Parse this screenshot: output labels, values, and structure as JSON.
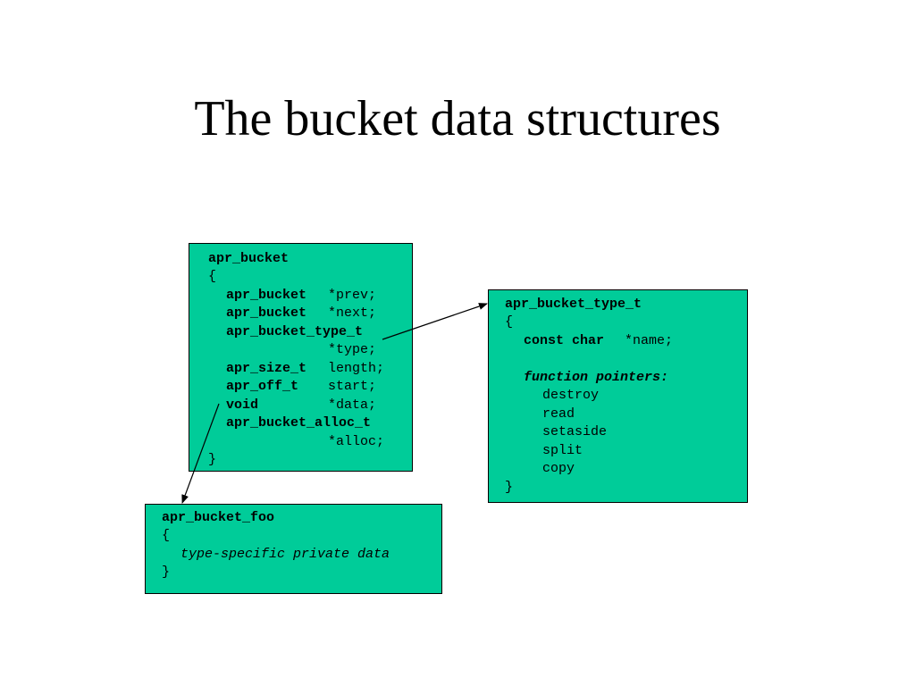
{
  "slide": {
    "title": "The bucket data structures"
  },
  "bucket_box": {
    "name": "apr_bucket",
    "open_brace": "{",
    "fields": [
      {
        "type": "apr_bucket",
        "member": "*prev;"
      },
      {
        "type": "apr_bucket",
        "member": "*next;"
      },
      {
        "type": "apr_bucket_type_t",
        "member": "*type;"
      },
      {
        "type": "apr_size_t",
        "member": "length;"
      },
      {
        "type": "apr_off_t",
        "member": "start;"
      },
      {
        "type": "void",
        "member": "*data;"
      },
      {
        "type": "apr_bucket_alloc_t",
        "member": "*alloc;"
      }
    ],
    "close_brace": "}"
  },
  "type_box": {
    "name": "apr_bucket_type_t",
    "open_brace": "{",
    "const_char": "const char",
    "name_member": "*name;",
    "function_pointers_label": "function pointers:",
    "functions": [
      "destroy",
      "read",
      "setaside",
      "split",
      "copy"
    ],
    "close_brace": "}"
  },
  "foo_box": {
    "name": "apr_bucket_foo",
    "open_brace": "{",
    "private_data": "type-specific private data",
    "close_brace": "}"
  },
  "colors": {
    "box_fill": "#00cc99",
    "box_border": "#000000",
    "arrow": "#000000"
  }
}
